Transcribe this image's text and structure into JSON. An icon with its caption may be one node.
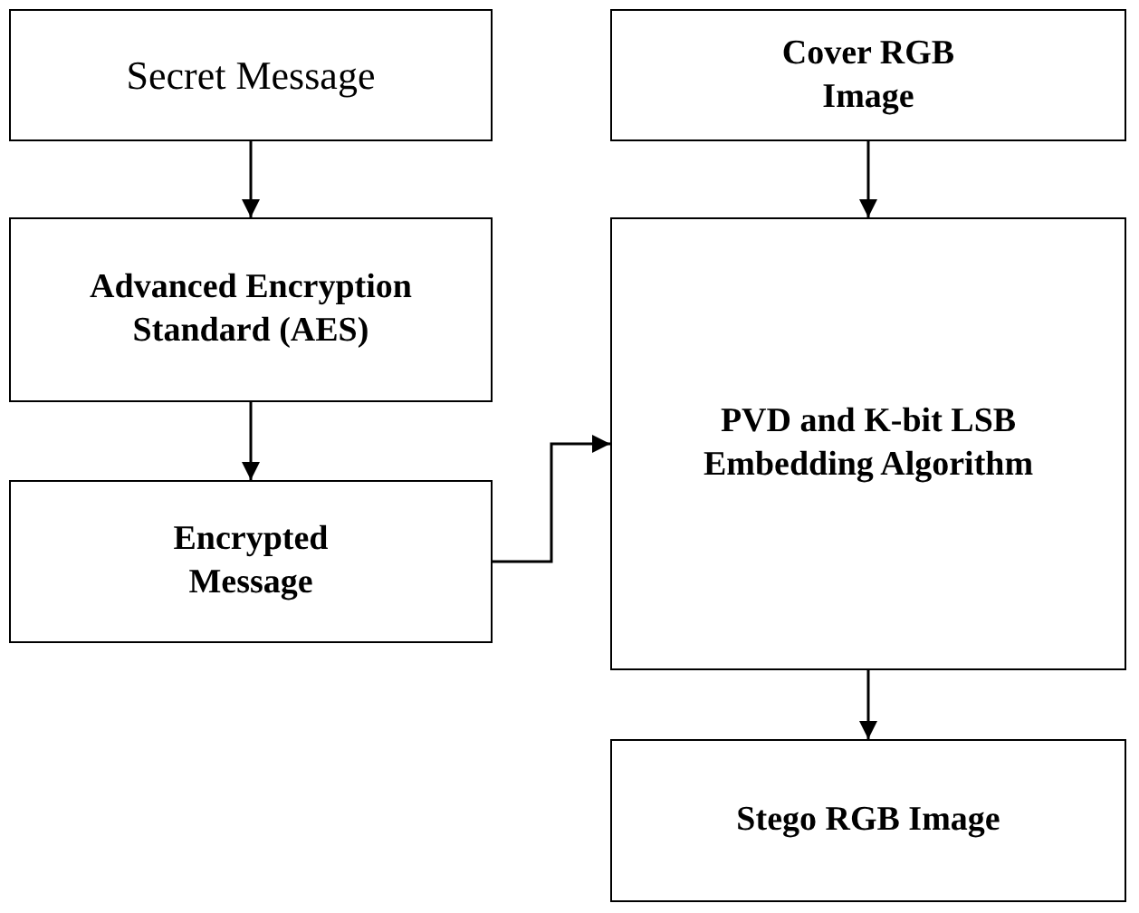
{
  "diagram": {
    "nodes": [
      {
        "text": [
          "Secret Message"
        ]
      },
      {
        "text": [
          "Advanced Encryption Standard (AES)"
        ]
      },
      {
        "text": [
          "Encrypted Message"
        ]
      },
      {
        "text": [
          "Cover RGB Image"
        ]
      },
      {
        "text": [
          "PVD and K-bit LSB Embedding Algorithm"
        ]
      },
      {
        "text": [
          "Stego RGB Image"
        ]
      }
    ],
    "edges": [
      {
        "from": 0,
        "to": 1,
        "arrow": "to"
      },
      {
        "from": 1,
        "to": 2,
        "arrow": "to"
      },
      {
        "from": 2,
        "to": 4,
        "arrow": "to"
      },
      {
        "from": 3,
        "to": 4,
        "arrow": "to"
      },
      {
        "from": 4,
        "to": 5,
        "arrow": "to"
      }
    ]
  }
}
